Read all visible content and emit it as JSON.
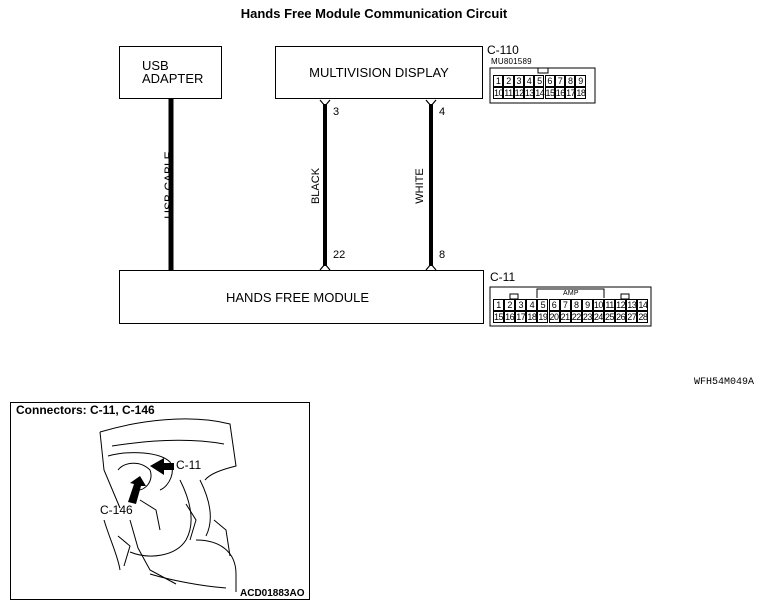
{
  "title": "Hands Free Module Communication Circuit",
  "components": {
    "usb_adapter": {
      "line1": "USB",
      "line2": "ADAPTER"
    },
    "multivision_display": {
      "label": "MULTIVISION DISPLAY"
    },
    "hands_free_module": {
      "label": "HANDS FREE MODULE"
    }
  },
  "wires": {
    "usb_cable": {
      "label": "USB CABLE"
    },
    "black": {
      "label": "BLACK",
      "pin_top": "3",
      "pin_bottom": "22"
    },
    "white": {
      "label": "WHITE",
      "pin_top": "4",
      "pin_bottom": "8"
    }
  },
  "connectors": {
    "c110": {
      "name": "C-110",
      "part": "MU801589",
      "row1": [
        "1",
        "2",
        "3",
        "4",
        "5",
        "6",
        "7",
        "8",
        "9"
      ],
      "row2": [
        "10",
        "11",
        "12",
        "13",
        "14",
        "15",
        "16",
        "17",
        "18"
      ]
    },
    "c11": {
      "name": "C-11",
      "amp": "AMP",
      "row1": [
        "1",
        "2",
        "3",
        "4",
        "5",
        "6",
        "7",
        "8",
        "9",
        "10",
        "11",
        "12",
        "13",
        "14"
      ],
      "row2": [
        "15",
        "16",
        "17",
        "18",
        "19",
        "20",
        "21",
        "22",
        "23",
        "24",
        "25",
        "26",
        "27",
        "28"
      ]
    }
  },
  "diagram_code": "WFH54M049A",
  "photo": {
    "title": "Connectors: C-11, C-146",
    "callout_c11": "C-11",
    "callout_c146": "C-146",
    "code": "ACD01883AO"
  },
  "colors": {
    "line": "#000000",
    "background": "#ffffff"
  }
}
